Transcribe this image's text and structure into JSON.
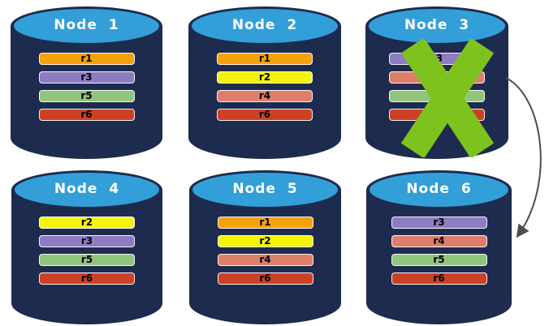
{
  "diagram": {
    "nodes": [
      {
        "label": "Node 1",
        "replicas": [
          "r1",
          "r3",
          "r5",
          "r6"
        ],
        "failed": false
      },
      {
        "label": "Node 2",
        "replicas": [
          "r1",
          "r2",
          "r4",
          "r6"
        ],
        "failed": false
      },
      {
        "label": "Node 3",
        "replicas": [
          "r3",
          "r4",
          "r5",
          "r6"
        ],
        "failed": true
      },
      {
        "label": "Node 4",
        "replicas": [
          "r2",
          "r3",
          "r5",
          "r6"
        ],
        "failed": false
      },
      {
        "label": "Node 5",
        "replicas": [
          "r1",
          "r2",
          "r4",
          "r6"
        ],
        "failed": false
      },
      {
        "label": "Node 6",
        "replicas": [
          "r3",
          "r4",
          "r5",
          "r6"
        ],
        "failed": false
      }
    ],
    "replica_colors": {
      "r1": "#f7a10a",
      "r2": "#f4f40a",
      "r3": "#8e7cc3",
      "r4": "#dd7e6b",
      "r5": "#93c47d",
      "r6": "#cc4125"
    },
    "colors": {
      "background": "#ffffff",
      "cylinder_body": "#1d2b4f",
      "cylinder_top": "#329fd9",
      "bar_text": "#000000",
      "x_mark": "#7ec21d",
      "arrow": "#4d4d4d"
    },
    "arrow": {
      "from": "Node 3",
      "to": "Node 6"
    }
  }
}
